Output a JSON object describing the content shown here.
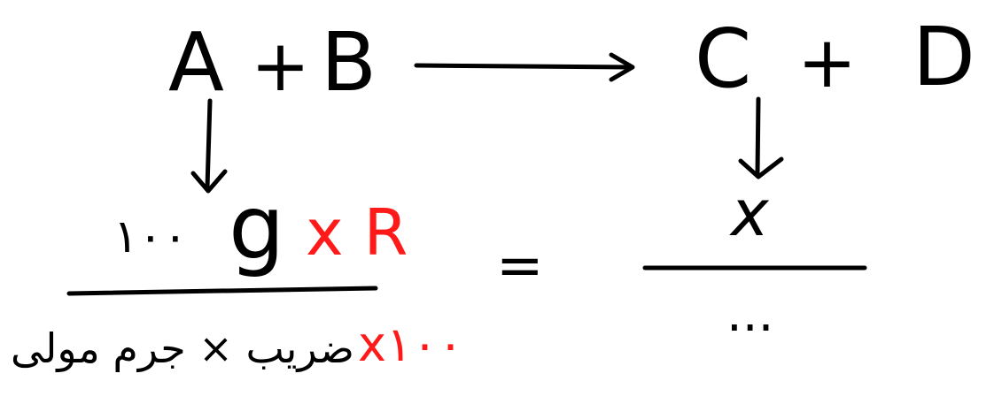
{
  "equation": {
    "reactant_a": "A",
    "plus_1": "+",
    "reactant_b": "B",
    "product_c": "C",
    "plus_2": "+",
    "product_d": "D"
  },
  "left_fraction": {
    "numerator_value": "۱۰۰",
    "numerator_unit": "g",
    "numerator_factor": "x R",
    "denominator_text": "ضریب × جرم مولی",
    "denominator_factor": "x۱۰۰"
  },
  "equals_sign": "=",
  "right_fraction": {
    "numerator": "x",
    "denominator": "..."
  },
  "colors": {
    "ink": "#000000",
    "highlight": "#ff1a1a",
    "background": "#ffffff"
  }
}
